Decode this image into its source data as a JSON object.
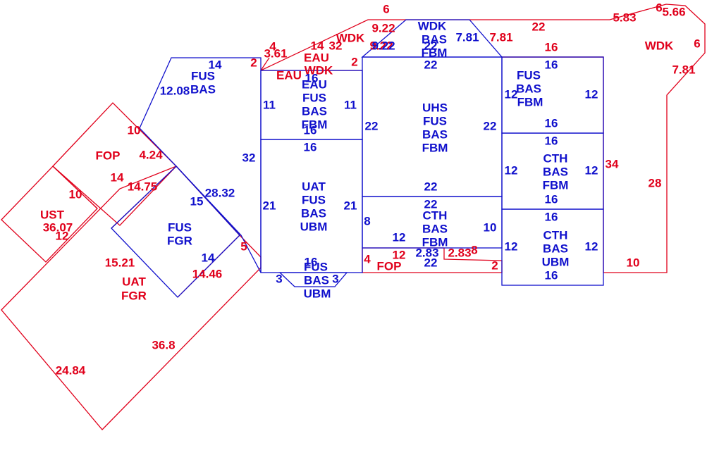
{
  "colors": {
    "red": "#e0001b",
    "blue": "#1010cc"
  },
  "areas": {
    "fus_bas_upper": [
      "FUS",
      "BAS"
    ],
    "wdk_bas_fbm_top": [
      "WDK",
      "BAS",
      "FBM"
    ],
    "eau_fus_bas_fbm": [
      "EAU",
      "FUS",
      "BAS",
      "FBM"
    ],
    "uhs_fus_bas_fbm": [
      "UHS",
      "FUS",
      "BAS",
      "FBM"
    ],
    "fus_bas_fbm_right": [
      "FUS",
      "BAS",
      "FBM"
    ],
    "cth_bas_fbm_right": [
      "CTH",
      "BAS",
      "FBM"
    ],
    "uat_fus_bas_ubm": [
      "UAT",
      "FUS",
      "BAS",
      "UBM"
    ],
    "cth_bas_fbm_center": [
      "CTH",
      "BAS",
      "FBM"
    ],
    "cth_bas_ubm": [
      "CTH",
      "BAS",
      "UBM"
    ],
    "fus_bas_ubm_bottom": [
      "FUS",
      "BAS",
      "UBM"
    ],
    "fus_fgr": [
      "FUS",
      "FGR"
    ]
  },
  "red_labels": {
    "wdk_right": "WDK",
    "wdk_top": "WDK",
    "eau_top": "EAU",
    "eau_side": "EAU",
    "wdk_small": "WDK",
    "fop_left": "FOP",
    "fop_bottom": "FOP",
    "ust": "UST",
    "uat_fgr": [
      "UAT",
      "FGR"
    ]
  },
  "red_dims": [
    "6",
    "9.22",
    "22",
    "5.83",
    "6",
    "5.66",
    "6",
    "7.81",
    "7.81",
    "9.22",
    "14",
    "32",
    "4",
    "3.61",
    "2",
    "2",
    "16",
    "34",
    "28",
    "10",
    "10",
    "4.24",
    "14",
    "14.75",
    "10",
    "36.07",
    "12",
    "15.21",
    "14.46",
    "5",
    "36.8",
    "24.84",
    "4",
    "12",
    "2.83",
    "8",
    "2"
  ],
  "blue_dims": [
    "14",
    "12.08",
    "7.81",
    "9.22",
    "22",
    "22",
    "16",
    "16",
    "12",
    "12",
    "16",
    "16",
    "12",
    "12",
    "16",
    "16",
    "12",
    "12",
    "16",
    "11",
    "11",
    "16",
    "16",
    "22",
    "22",
    "32",
    "21",
    "21",
    "22",
    "22",
    "8",
    "12",
    "10",
    "2.83",
    "22",
    "28.32",
    "15",
    "14",
    "3",
    "3",
    "16"
  ]
}
